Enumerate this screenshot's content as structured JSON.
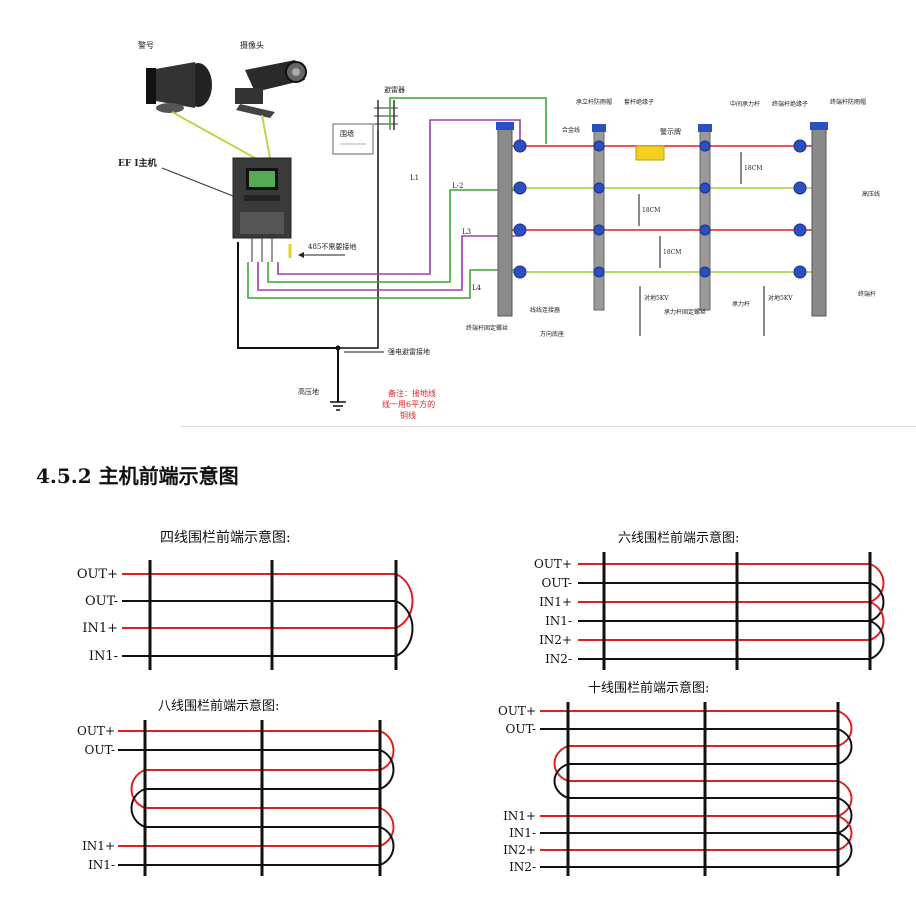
{
  "top_diagram": {
    "labels": {
      "alarm": "警号",
      "camera": "摄像头",
      "host": "EF I主机",
      "panel": "围墙",
      "lightning_arrester": "避雷器",
      "rs485": "485不需要接地",
      "l1": "L1",
      "l2": "L-2",
      "l3": "L3",
      "l4": "L4",
      "ground": "高压地",
      "strong_ground": "强电避雷接地",
      "alloy": "合金线",
      "bearing_post_cap": "承立杆防雨帽",
      "post_insulator": "套杆绝缘子",
      "warning_sign": "警示牌",
      "middle_post": "中间承力杆",
      "end_insulator": "终端杆绝缘子",
      "end_cap": "终端杆防雨帽",
      "hv_line": "高压线",
      "end_post": "终端杆",
      "wire_connector": "线线连接器",
      "direction_bolt": "万向底座",
      "end_fix_bolt": "终端杆固定螺丝",
      "middle_fix_bolt": "承力杆固定螺丝",
      "bearing_post": "承力杆",
      "voltage_left": "对地5KV",
      "voltage_right": "对地5KV",
      "dim1": "18CM",
      "dim2": "18CM",
      "dim3": "18CM",
      "note": "备注：接地线线一用6平方的铜线",
      "note_l1": "备注：接地线",
      "note_l2": "线一用6平方的",
      "note_l3": "铜线"
    }
  },
  "section_title": "4.5.2 主机前端示意图",
  "fences": {
    "four": {
      "title": "四线围栏前端示意图:",
      "labels": [
        "OUT+",
        "OUT-",
        "IN1+",
        "IN1-"
      ]
    },
    "six": {
      "title": "六线围栏前端示意图:",
      "labels": [
        "OUT+",
        "OUT-",
        "IN1+",
        "IN1-",
        "IN2+",
        "IN2-"
      ]
    },
    "eight": {
      "title": "八线围栏前端示意图:",
      "labels": [
        "OUT+",
        "OUT-",
        "IN1+",
        "IN1-"
      ]
    },
    "ten": {
      "title": "十线围栏前端示意图:",
      "labels": [
        "OUT+",
        "OUT-",
        "IN1+",
        "IN1-",
        "IN2+",
        "IN2-"
      ]
    }
  },
  "colors": {
    "red_wire": "#e02020",
    "black_wire": "#111111",
    "green_wire": "#3aa832",
    "purple_wire": "#9b3fb0",
    "lime_wire": "#9ad03a",
    "note_red": "#e02020"
  }
}
